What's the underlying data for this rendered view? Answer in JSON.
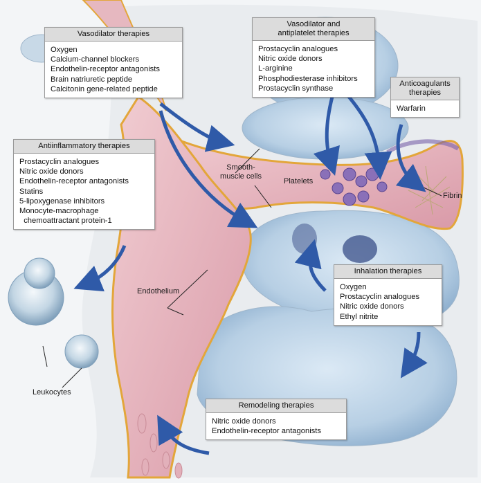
{
  "boxes": {
    "vasodilator": {
      "title": "Vasodilator therapies",
      "items": [
        "Oxygen",
        "Calcium-channel blockers",
        "Endothelin-receptor antagonists",
        "Brain natriuretic peptide",
        "Calcitonin gene-related peptide"
      ]
    },
    "vasodilator_antiplatelet": {
      "title_line1": "Vasodilator and",
      "title_line2": "antiplatelet therapies",
      "items": [
        "Prostacyclin analogues",
        "Nitric oxide donors",
        "L-arginine",
        "Phosphodiesterase inhibitors",
        "Prostacyclin synthase"
      ]
    },
    "anticoagulants": {
      "title_line1": "Anticoagulants",
      "title_line2": "therapies",
      "items": [
        "Warfarin"
      ]
    },
    "antiinflammatory": {
      "title": "Antiinflammatory therapies",
      "items": [
        "Prostacyclin analogues",
        "Nitric oxide donors",
        "Endothelin-receptor antagonists",
        "Statins",
        "5-lipoxygenase inhibitors",
        "Monocyte-macrophage",
        "  chemoattractant protein-1"
      ]
    },
    "inhalation": {
      "title": "Inhalation therapies",
      "items": [
        "Oxygen",
        "Prostacyclin analogues",
        "Nitric oxide donors",
        "Ethyl nitrite"
      ]
    },
    "remodeling": {
      "title": "Remodeling therapies",
      "items": [
        "Nitric oxide donors",
        "Endothelin-receptor antagonists"
      ]
    }
  },
  "labels": {
    "smooth_muscle_line1": "Smooth-",
    "smooth_muscle_line2": "muscle cells",
    "platelets": "Platelets",
    "fibrin": "Fibrin",
    "endothelium": "Endothelium",
    "leukocytes": "Leukocytes"
  },
  "colors": {
    "vessel": "#e8bcc4",
    "muscle": "#e3a63a",
    "alveolus": "#bcd3e6",
    "arrow": "#2f5aa8",
    "platelet": "#8a70b8",
    "box_header": "#dcdcdc"
  }
}
